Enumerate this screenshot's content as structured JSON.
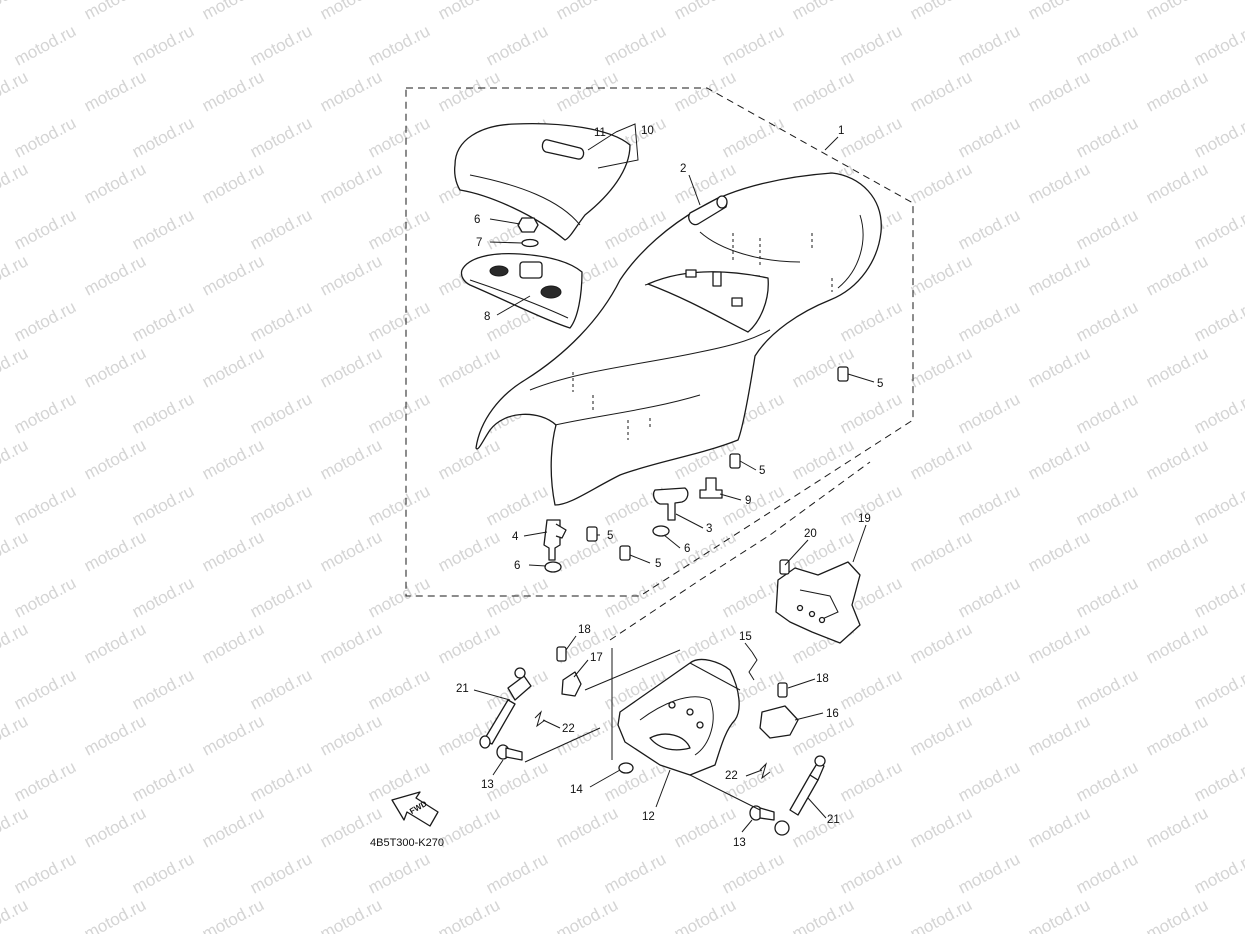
{
  "watermark": {
    "text": "motod.ru",
    "color": "#d4d4d4"
  },
  "diagram_code": "4B5T300-K270",
  "fwd_label": "FWD",
  "callouts": [
    {
      "id": "c1",
      "text": "1"
    },
    {
      "id": "c2",
      "text": "2"
    },
    {
      "id": "c10",
      "text": "10"
    },
    {
      "id": "c11",
      "text": "11"
    },
    {
      "id": "c6a",
      "text": "6"
    },
    {
      "id": "c7",
      "text": "7"
    },
    {
      "id": "c8",
      "text": "8"
    },
    {
      "id": "c5a",
      "text": "5"
    },
    {
      "id": "c5b",
      "text": "5"
    },
    {
      "id": "c9",
      "text": "9"
    },
    {
      "id": "c3",
      "text": "3"
    },
    {
      "id": "c6b",
      "text": "6"
    },
    {
      "id": "c4",
      "text": "4"
    },
    {
      "id": "c5c",
      "text": "5"
    },
    {
      "id": "c5d",
      "text": "5"
    },
    {
      "id": "c6c",
      "text": "6"
    },
    {
      "id": "c20",
      "text": "20"
    },
    {
      "id": "c19",
      "text": "19"
    },
    {
      "id": "c18a",
      "text": "18"
    },
    {
      "id": "c17",
      "text": "17"
    },
    {
      "id": "c15",
      "text": "15"
    },
    {
      "id": "c21a",
      "text": "21"
    },
    {
      "id": "c22a",
      "text": "22"
    },
    {
      "id": "c18b",
      "text": "18"
    },
    {
      "id": "c16",
      "text": "16"
    },
    {
      "id": "c13a",
      "text": "13"
    },
    {
      "id": "c14",
      "text": "14"
    },
    {
      "id": "c12",
      "text": "12"
    },
    {
      "id": "c22b",
      "text": "22"
    },
    {
      "id": "c21b",
      "text": "21"
    },
    {
      "id": "c13b",
      "text": "13"
    }
  ]
}
